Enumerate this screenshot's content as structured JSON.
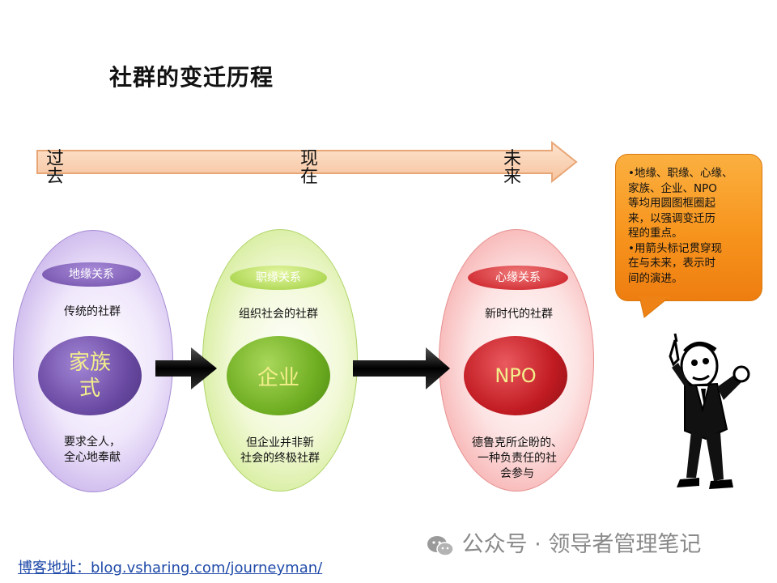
{
  "title": "社群的变迁历程",
  "timeline": {
    "past": "过去",
    "present": "现在",
    "future": "未来"
  },
  "stages": [
    {
      "tag": "地缘关系",
      "caption": "传统的社群",
      "core": "家族式",
      "note_line1": "要求全人，",
      "note_line2": "全心地奉献",
      "color": "#8e6fc1"
    },
    {
      "tag": "职缘关系",
      "caption": "组织社会的社群",
      "core": "企业",
      "note_line1": "但企业并非新",
      "note_line2": "社会的终极社群",
      "color": "#7cba2f"
    },
    {
      "tag": "心缘关系",
      "caption": "新时代的社群",
      "core": "NPO",
      "note_line1": "德鲁克所企盼的、",
      "note_line2": "一种负责任的社",
      "note_line3": "会参与",
      "color": "#d9262e"
    }
  ],
  "callout": {
    "line1": "•地缘、职缘、心缘、",
    "line2": "家族、企业、NPO",
    "line3": "等均用圆图框圈起",
    "line4": "来，以强调变迁历",
    "line5": "程的重点。",
    "line6": "•用箭头标记贯穿现",
    "line7": "在与未来，表示时",
    "line8": "间的演进。"
  },
  "footer": {
    "link": "博客地址：blog.vsharing.com/journeyman/",
    "watermark": "公众号 · 领导者管理笔记"
  }
}
